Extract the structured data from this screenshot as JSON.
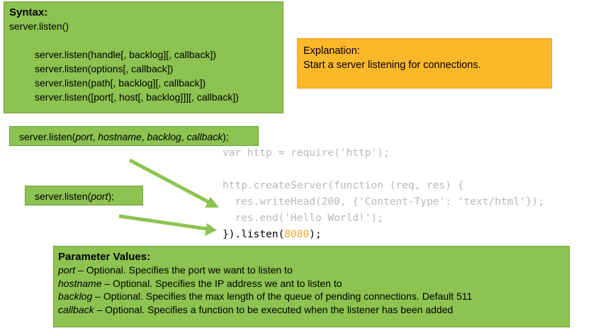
{
  "syntax": {
    "title": "Syntax:",
    "lines": [
      "server.listen()",
      "server.listen(handle[, backlog][, callback])",
      "server.listen(options[, callback])",
      "server.listen(path[, backlog][, callback])",
      "server.listen([port[, host[, backlog]]][, callback])"
    ]
  },
  "explanation": {
    "title": "Explanation:",
    "text": "Start a server listening for connections."
  },
  "signature_long": {
    "prefix": "server.listen(",
    "param1": "port",
    "sep1": ", ",
    "param2": "hostname",
    "sep2": ", ",
    "param3": "backlog",
    "sep3": ", ",
    "param4": "callback",
    "suffix": ");"
  },
  "signature_short": {
    "prefix": "server.listen(",
    "param1": "port",
    "suffix": ");"
  },
  "code": {
    "line1": "var http = require('http');",
    "line2": "",
    "line3": "http.createServer(function (req, res) {",
    "line4": "  res.writeHead(200, {'Content-Type': 'text/html'});",
    "line5": "  res.end('Hello World!');",
    "line6_prefix": "}).listen(",
    "line6_port": "8080",
    "line6_suffix": ");"
  },
  "parameters": {
    "title": "Parameter Values:",
    "items": [
      {
        "name": "port",
        "desc": " – Optional. Specifies the port we want to listen to"
      },
      {
        "name": "hostname",
        "desc": " – Optional. Specifies the IP address we ant to listen to"
      },
      {
        "name": "backlog",
        "desc": " – Optional. Specifies the max length of the queue of pending connections. Default 511"
      },
      {
        "name": "callback",
        "desc": " – Optional. Specifies a function to be executed when the listener has been added"
      }
    ]
  },
  "colors": {
    "green": "#8dc351",
    "orange": "#fbb829",
    "arrow": "#8dc351",
    "code_gray": "#b8b8b8",
    "port_highlight": "#e8a92c"
  },
  "icons": [
    "arrow-icon",
    "arrow-icon"
  ]
}
